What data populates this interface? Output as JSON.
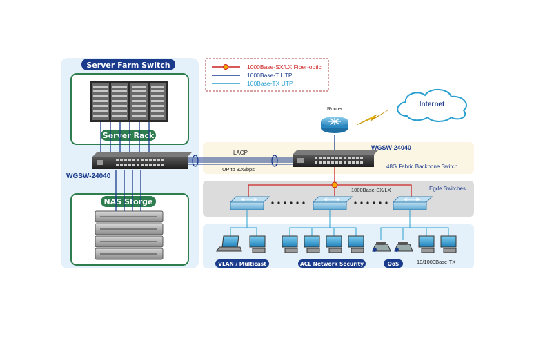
{
  "server_farm": {
    "title": "Server Farm Switch",
    "server_rack_label": "Server Rack",
    "nas_label": "NAS Storge",
    "switch_label": "WGSW-24040"
  },
  "legend": {
    "fiber": "1000Base-SX/LX Fiber-optic",
    "utp_1000": "1000Base-T UTP",
    "utp_100": "100Base-TX UTP",
    "fiber_color": "#cc2222",
    "utp_1000_color": "#1a3a8c",
    "utp_100_color": "#2aa0d0"
  },
  "core": {
    "router_label": "Router",
    "internet_label": "Internet",
    "lacp_label": "LACP",
    "lacp_speed": "UP to 32Gbps",
    "switch_label": "WGSW-24040",
    "switch_desc": "48G Fabric Backbone Switch"
  },
  "edge": {
    "link_label": "1000Base-SX/LX",
    "title": "Egde Switches"
  },
  "clients": {
    "vlan_label": "VLAN / Multicast",
    "acl_label": "ACL Network Security",
    "qos_label": "QoS",
    "speed_label": "10/1000Base-TX"
  },
  "colors": {
    "panel_bg": "#e4f1fa",
    "edge_bg": "#dcdcdc",
    "core_bg": "#fbf6e4",
    "box_border": "#2e7d4f",
    "pill_fill": "#1a3a8c",
    "rack_pill_fill": "#2e7d4f"
  }
}
